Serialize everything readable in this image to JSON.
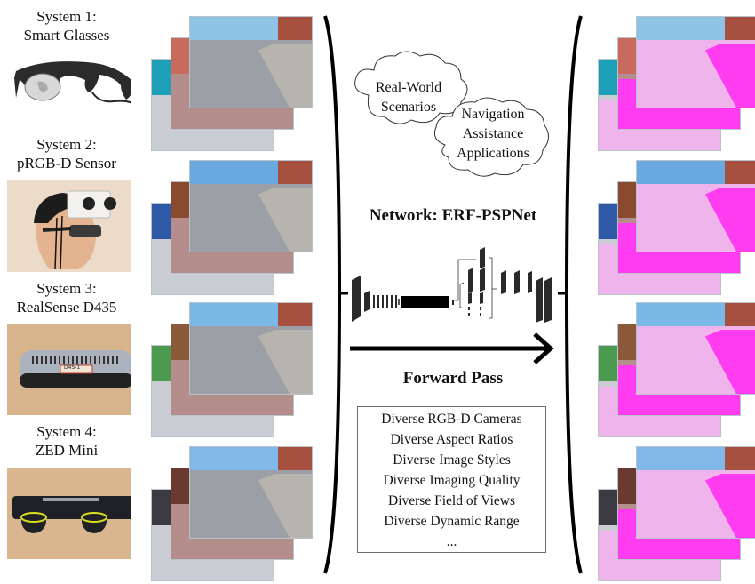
{
  "systems": [
    {
      "label_line1": "System 1:",
      "label_line2": "Smart Glasses",
      "device": "smart-glasses"
    },
    {
      "label_line1": "System 2:",
      "label_line2": "pRGB-D Sensor",
      "device": "head-mounted-rgbd-sensor"
    },
    {
      "label_line1": "System 3:",
      "label_line2": "RealSense D435",
      "device": "realsense-camera"
    },
    {
      "label_line1": "System 4:",
      "label_line2": "ZED Mini",
      "device": "zed-mini-camera"
    }
  ],
  "realsense_sticker": "D4S-1",
  "clouds": {
    "cloud1": [
      "Real-World",
      "Scenarios"
    ],
    "cloud2": [
      "Navigation",
      "Assistance",
      "Applications"
    ]
  },
  "network_title": "Network: ERF-PSPNet",
  "forward_pass_label": "Forward Pass",
  "diverse_box": {
    "lines": [
      "Diverse RGB-D Cameras",
      "Diverse Aspect Ratios",
      "Diverse Image Styles",
      "Diverse Imaging Quality",
      "Diverse Field of Views",
      "Diverse Dynamic Range",
      "..."
    ]
  },
  "colors": {
    "segmentation_mask": "#ff3cf0",
    "segmentation_mask_light": "#f0b4ec",
    "bracket": "#000000",
    "network_block": "#222222"
  },
  "input_image_groups": [
    "system-1-inputs",
    "system-2-inputs",
    "system-3-inputs",
    "system-4-inputs"
  ],
  "output_image_groups": [
    "system-1-segmentation",
    "system-2-segmentation",
    "system-3-segmentation",
    "system-4-segmentation"
  ]
}
